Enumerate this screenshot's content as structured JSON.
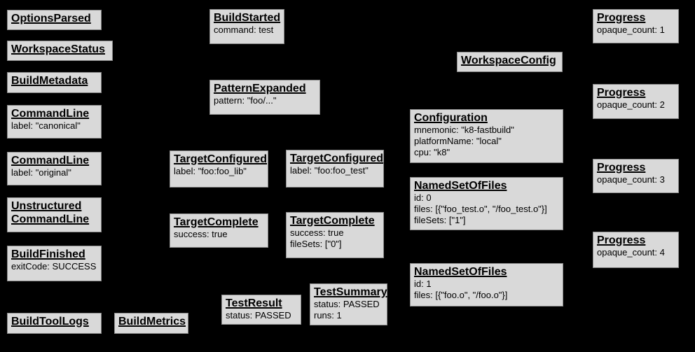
{
  "diagram": {
    "description": "Build event protocol event graph",
    "background_color": "#000000",
    "box_fill_color": "#d9d9d9",
    "box_border_color": "#8a8a8a",
    "text_color": "#000000"
  },
  "boxes": [
    {
      "title": "OptionsParsed",
      "lines": []
    },
    {
      "title": "WorkspaceStatus",
      "lines": []
    },
    {
      "title": "BuildMetadata",
      "lines": []
    },
    {
      "title": "CommandLine",
      "lines": [
        "label: \"canonical\""
      ]
    },
    {
      "title": "CommandLine",
      "lines": [
        "label: \"original\""
      ]
    },
    {
      "title": "Unstructured CommandLine",
      "lines": []
    },
    {
      "title": "BuildFinished",
      "lines": [
        "exitCode: SUCCESS"
      ]
    },
    {
      "title": "BuildToolLogs",
      "lines": []
    },
    {
      "title": "BuildMetrics",
      "lines": []
    },
    {
      "title": "BuildStarted",
      "lines": [
        "command: test"
      ]
    },
    {
      "title": "PatternExpanded",
      "lines": [
        "pattern: \"foo/...\""
      ]
    },
    {
      "title": "TargetConfigured",
      "lines": [
        "label: \"foo:foo_lib\""
      ]
    },
    {
      "title": "TargetConfigured",
      "lines": [
        "label: \"foo:foo_test\""
      ]
    },
    {
      "title": "TargetComplete",
      "lines": [
        "success: true"
      ]
    },
    {
      "title": "TargetComplete",
      "lines": [
        "success: true",
        "fileSets: [\"0\"]"
      ]
    },
    {
      "title": "TestResult",
      "lines": [
        "status: PASSED"
      ]
    },
    {
      "title": "TestSummary",
      "lines": [
        "status: PASSED",
        "runs: 1"
      ]
    },
    {
      "title": "WorkspaceConfig",
      "lines": []
    },
    {
      "title": "Configuration",
      "lines": [
        "mnemonic: \"k8-fastbuild\"",
        "platformName: \"local\"",
        "cpu: \"k8\""
      ]
    },
    {
      "title": "NamedSetOfFiles",
      "lines": [
        "id: 0",
        "files: [{\"foo_test.o\", \"/foo_test.o\"}]",
        "fileSets: [\"1\"]"
      ]
    },
    {
      "title": "NamedSetOfFiles",
      "lines": [
        "id: 1",
        "files: [{\"foo.o\", \"/foo.o\"}]"
      ]
    },
    {
      "title": "Progress",
      "lines": [
        "opaque_count: 1"
      ]
    },
    {
      "title": "Progress",
      "lines": [
        "opaque_count: 2"
      ]
    },
    {
      "title": "Progress",
      "lines": [
        "opaque_count: 3"
      ]
    },
    {
      "title": "Progress",
      "lines": [
        "opaque_count: 4"
      ]
    }
  ]
}
